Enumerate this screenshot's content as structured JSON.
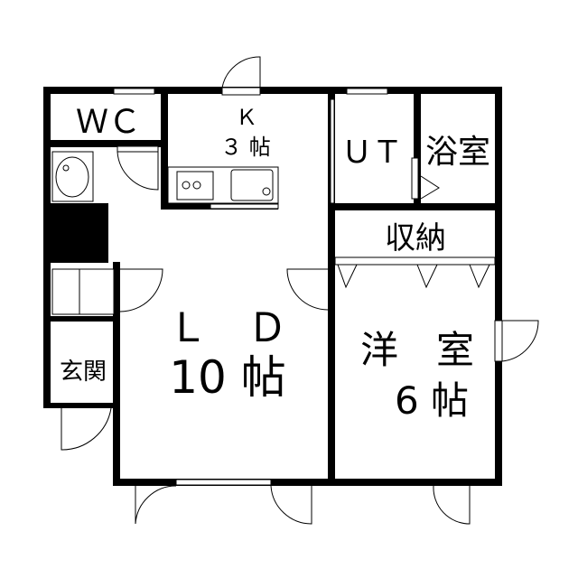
{
  "rooms": {
    "wc": "ＷＣ",
    "kitchen_name": "Ｋ",
    "kitchen_size": "３ 帖",
    "ut": "ＵＴ",
    "bath": "浴室",
    "storage": "収納",
    "ld_name": "Ｌ　Ｄ",
    "ld_size": "10 帖",
    "western_name": "洋　室",
    "western_size": "6 帖",
    "entrance": "玄関"
  }
}
